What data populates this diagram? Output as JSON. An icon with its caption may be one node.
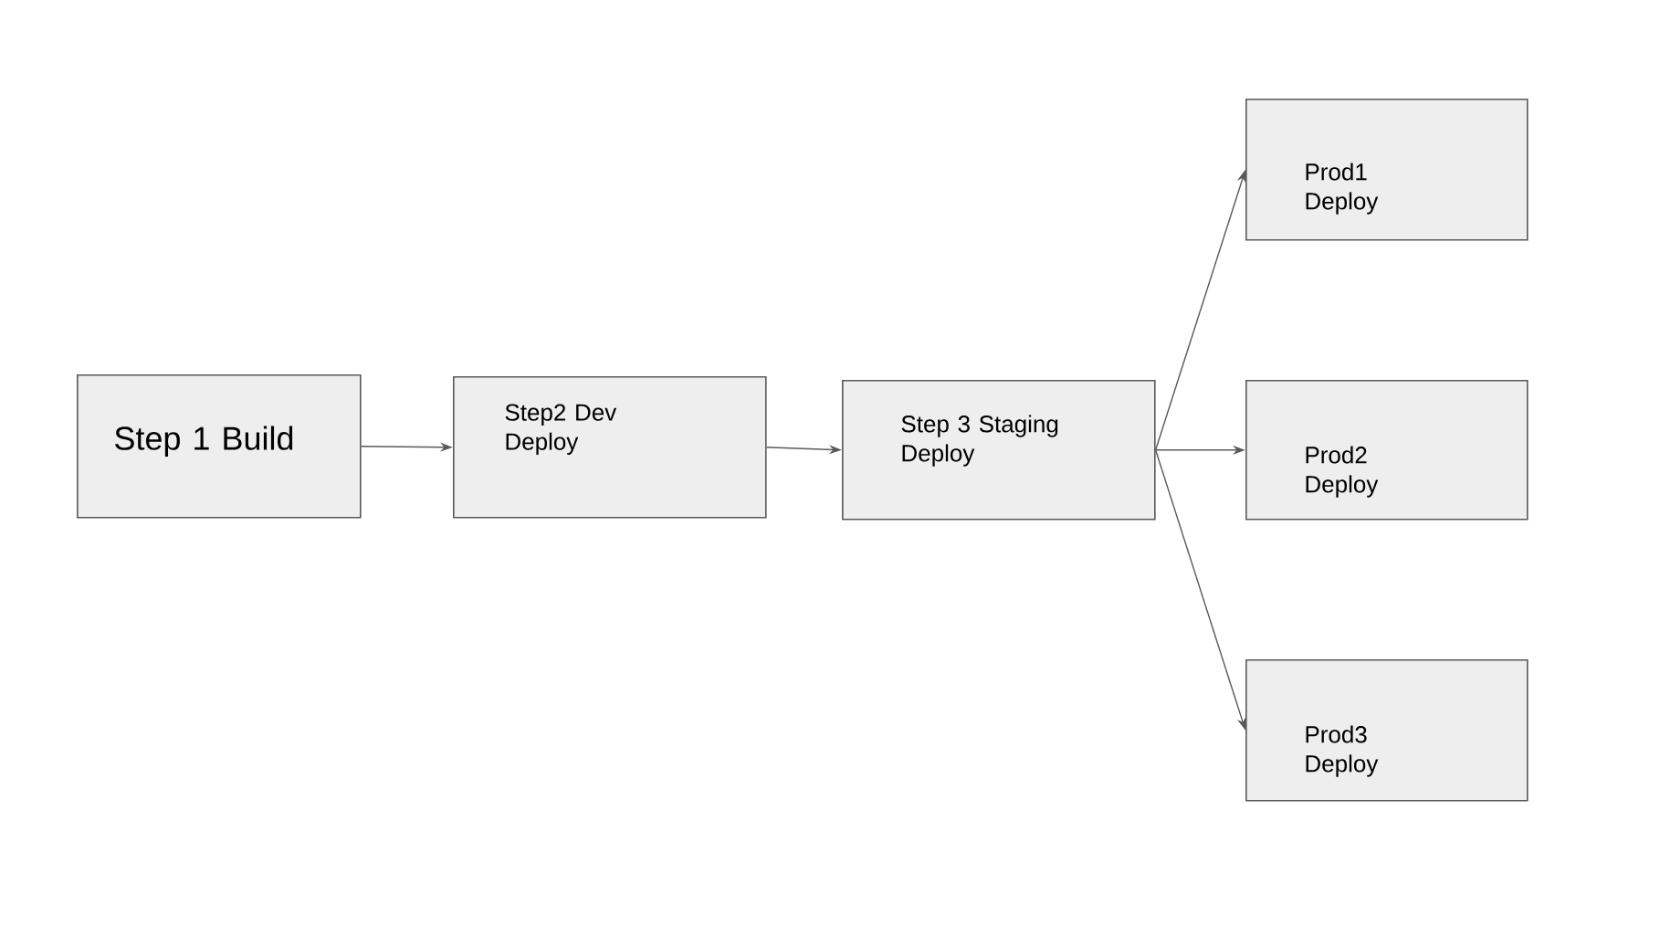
{
  "diagram": {
    "nodes": [
      {
        "text": [
          "Step 1 Build"
        ]
      },
      {
        "text": [
          "Step2 Dev Deploy"
        ]
      },
      {
        "text": [
          "Step 3 Staging Deploy"
        ]
      },
      {
        "text": [
          "Prod1 Deploy"
        ]
      },
      {
        "text": [
          "Prod2 Deploy"
        ]
      },
      {
        "text": [
          "Prod3 Deploy"
        ]
      }
    ],
    "edges": [
      {
        "from": 0,
        "to": 1,
        "arrow": "to"
      },
      {
        "from": 1,
        "to": 2,
        "arrow": "to"
      },
      {
        "from": 2,
        "to": 3,
        "arrow": "to"
      },
      {
        "from": 2,
        "to": 4,
        "arrow": "to"
      },
      {
        "from": 2,
        "to": 5,
        "arrow": "to"
      }
    ]
  }
}
